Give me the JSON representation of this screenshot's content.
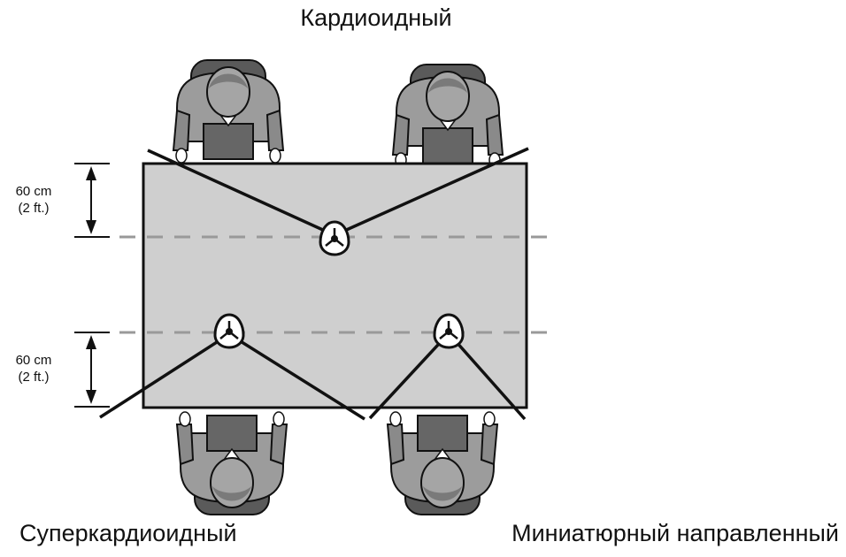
{
  "titles": {
    "top": "Кардиоидный",
    "bottom_left": "Суперкардиоидный",
    "bottom_right": "Миниатюрный направленный"
  },
  "dimensions": [
    {
      "metric": "60 cm",
      "imperial": "(2 ft.)"
    },
    {
      "metric": "60 cm",
      "imperial": "(2 ft.)"
    }
  ],
  "icons": {
    "person": "person-seated-topview",
    "microphone": "boundary-microphone"
  },
  "colors": {
    "table_fill": "#cfcfcf",
    "table_stroke": "#111111",
    "dash_line": "#999999",
    "pickup_line": "#111111",
    "person_fill": "#9a9a9a",
    "person_dark": "#555555"
  }
}
